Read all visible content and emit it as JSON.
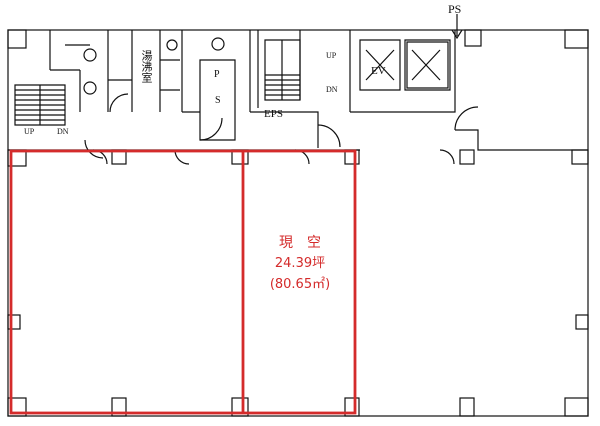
{
  "labels": {
    "ps": "PS",
    "up_left": "UP",
    "dn_left": "DN",
    "yutoshitsu": "湯沸室",
    "p": "P",
    "s": "S",
    "eps": "EPS",
    "up_right": "UP",
    "dn_right": "DN",
    "ev": "EV"
  },
  "vacancy": {
    "status": "現　空",
    "tsubo": "24.39坪",
    "sqm": "(80.65㎡)"
  },
  "colors": {
    "wall": "#111111",
    "highlight": "#d42b2b",
    "background": "#ffffff"
  }
}
